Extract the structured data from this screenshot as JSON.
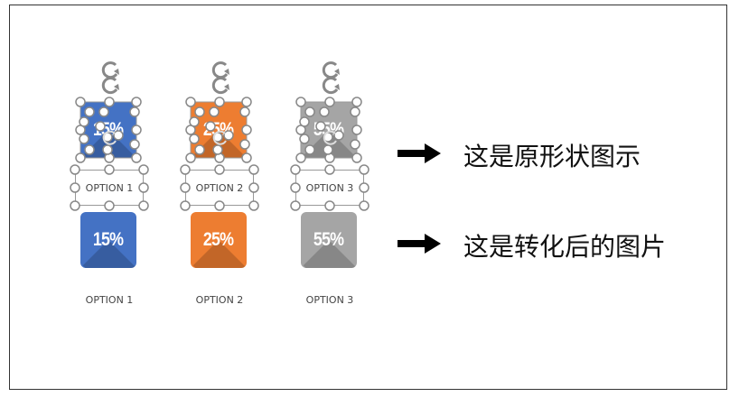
{
  "items": [
    {
      "value": "15%",
      "label": "OPTION 1",
      "color": "#4472c4"
    },
    {
      "value": "25%",
      "label": "OPTION 2",
      "color": "#ed7d31"
    },
    {
      "value": "55%",
      "label": "OPTION 3",
      "color": "#a5a5a5"
    }
  ],
  "captions": {
    "original": "这是原形状图示",
    "converted": "这是转化后的图片"
  },
  "icons": {
    "arrow": "right-arrow-icon",
    "rotate": "rotate-handle-icon",
    "handle": "resize-handle-icon"
  }
}
